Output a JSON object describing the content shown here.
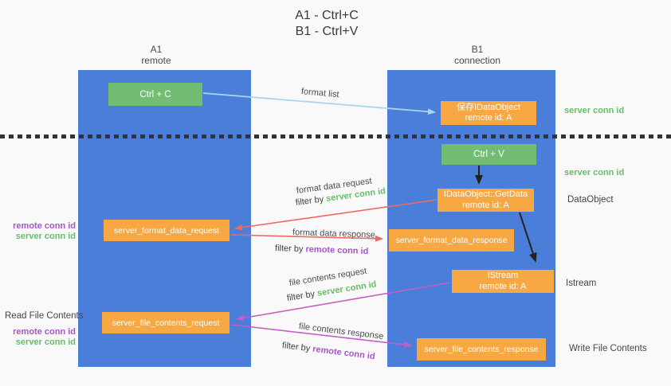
{
  "title": {
    "line1": "A1 - Ctrl+C",
    "line2": "B1 - Ctrl+V"
  },
  "lanes": {
    "a1": {
      "name": "A1",
      "subtitle": "remote"
    },
    "b1": {
      "name": "B1",
      "subtitle": "connection"
    }
  },
  "nodes": {
    "ctrl_c": {
      "label": "Ctrl + C"
    },
    "ctrl_v": {
      "label": "Ctrl + V"
    },
    "save_dataobject": {
      "line1": "保存IDataObject",
      "line2": "remote id: A"
    },
    "getdata": {
      "line1": "IDataObject::GetData",
      "line2": "remote id: A"
    },
    "istream": {
      "line1": "IStream",
      "line2": "remote id: A"
    },
    "server_format_data_request": {
      "label": "server_format_data_request"
    },
    "server_format_data_response": {
      "label": "server_format_data_response"
    },
    "server_file_contents_request": {
      "label": "server_file_contents_request"
    },
    "server_file_contents_response": {
      "label": "server_file_contents_response"
    }
  },
  "edges": {
    "format_list": "format list",
    "format_data_request": "format data request",
    "format_data_response": "format data response",
    "file_contents_request": "file contents request",
    "file_contents_response": "file contents response",
    "filter_by": "filter by"
  },
  "ids": {
    "server_conn_id": "server conn id",
    "remote_conn_id": "remote conn id"
  },
  "side_labels": {
    "dataobject": "DataObject",
    "istream": "Istream",
    "read_file_contents": "Read File Contents",
    "write_file_contents": "Write File Contents"
  },
  "colors": {
    "background": "#f9f9f9",
    "lane_fill": "#4a7ed8",
    "node_green": "#72bd73",
    "node_orange": "#f7a843",
    "arrow_lightblue": "#a9d5f0",
    "arrow_red": "#ee6a60",
    "arrow_magenta": "#c25fc5",
    "arrow_black": "#222222",
    "id_green": "#67bd68",
    "id_purple": "#a855cc",
    "text_dark": "#464646"
  }
}
